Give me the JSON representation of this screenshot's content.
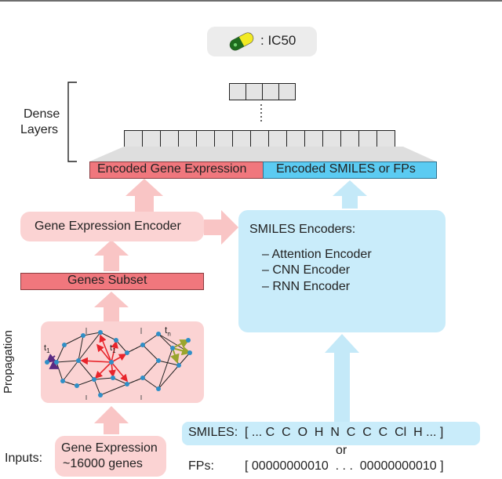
{
  "output": {
    "label": ": IC50"
  },
  "dense_layers": {
    "label_line1": "Dense",
    "label_line2": "Layers"
  },
  "encoded": {
    "gene": "Encoded Gene Expression",
    "smiles": "Encoded SMILES or FPs"
  },
  "gene_encoder": {
    "label": "Gene Expression Encoder"
  },
  "genes_subset": {
    "label": "Genes Subset"
  },
  "propagation": {
    "label": "Propagation",
    "t1": "t",
    "t1_sub": "1",
    "tn": "t",
    "tn_sub": "n"
  },
  "smiles_encoders": {
    "title": "SMILES Encoders:",
    "items": [
      "– Attention Encoder",
      "– CNN Encoder",
      "– RNN Encoder"
    ]
  },
  "inputs": {
    "label": "Inputs:",
    "gene_line1": "Gene Expression",
    "gene_line2": "~16000 genes",
    "smiles_prefix": "SMILES:",
    "smiles_value": "[ ... C  C  O  H  N  C  C  C  Cl  H ... ]",
    "or": "or",
    "fps_prefix": "FPs:",
    "fps_value": "[ 00000000010  . . .  00000000010 ]"
  },
  "colors": {
    "pink_box": "#fbd3d3",
    "pink_arrow": "#f9c5c5",
    "blue_box": "#c9ecfa",
    "blue_arrow": "#c4e9f8",
    "red_bar": "#f0777d",
    "blue_bar": "#5bcbf2",
    "node": "#2f8fc7",
    "red_arrow": "#e8242b",
    "purple_arrow": "#5a2a82",
    "olive_arrow": "#9aa52e"
  }
}
